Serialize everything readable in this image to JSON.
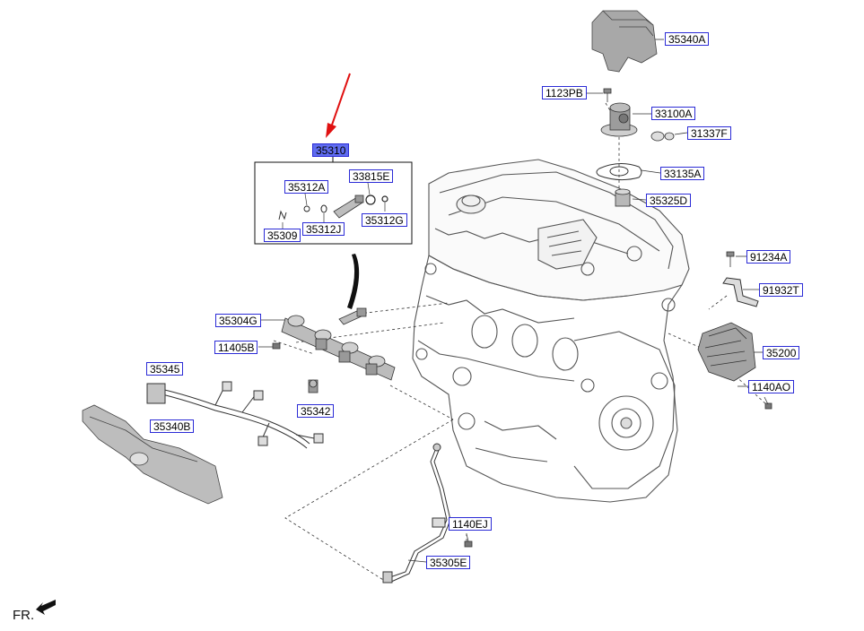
{
  "parts": {
    "p35340A": "35340A",
    "p1123PB": "1123PB",
    "p33100A": "33100A",
    "p31337F": "31337F",
    "p33135A": "33135A",
    "p35325D": "35325D",
    "p35310": "35310",
    "p33815E": "33815E",
    "p35312A": "35312A",
    "p35312G": "35312G",
    "p35309": "35309",
    "p35312J": "35312J",
    "p91234A": "91234A",
    "p91932T": "91932T",
    "p35304G": "35304G",
    "p11405B": "11405B",
    "p35200": "35200",
    "p35345": "35345",
    "p1140AO": "1140AO",
    "p35342": "35342",
    "p35340B": "35340B",
    "p1140EJ": "1140EJ",
    "p35305E": "35305E"
  },
  "front_label": "FR.",
  "colors": {
    "label_border": "#2b2bd6",
    "highlight_fill": "#5f6cf0",
    "arrow": "#e01010",
    "line_art": "#444444",
    "part_fill": "#bdbdbd"
  },
  "icons": {
    "front_direction": "arrow-icon"
  }
}
